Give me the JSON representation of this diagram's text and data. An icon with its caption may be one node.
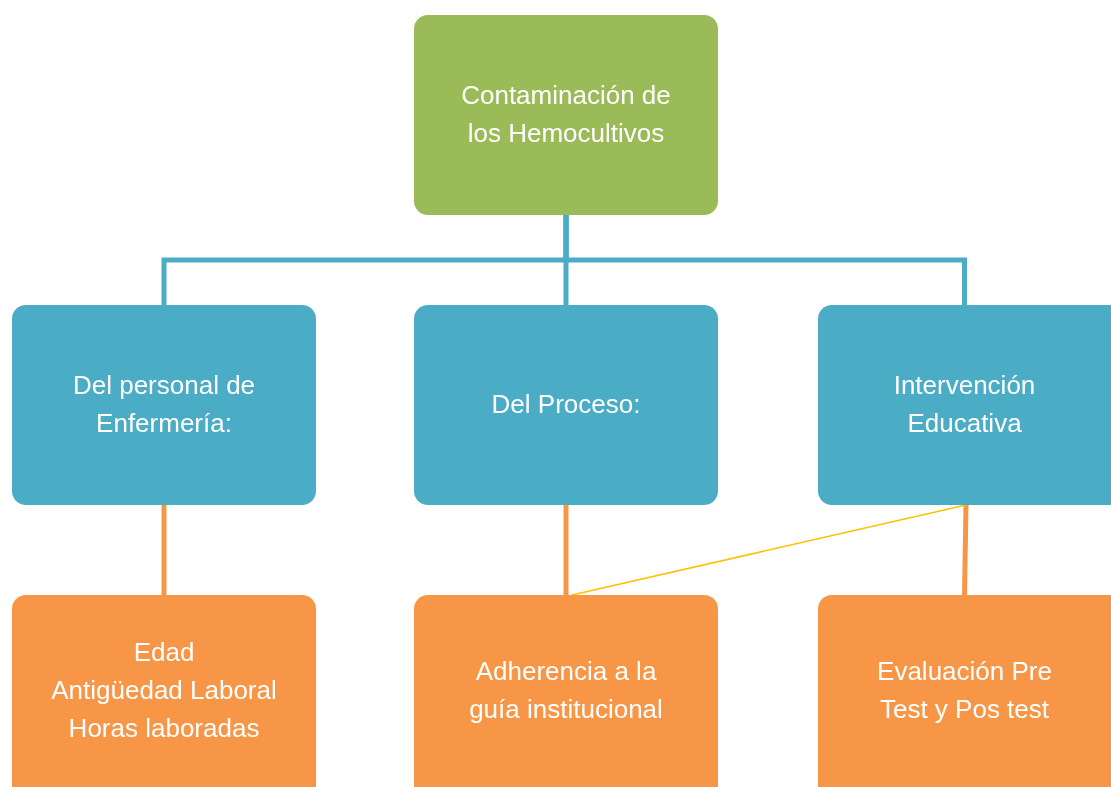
{
  "diagram": {
    "nodes": [
      {
        "text": [
          "Contaminación de los Hemocultivos"
        ]
      },
      {
        "text": [
          "Del personal de Enfermería:"
        ]
      },
      {
        "text": [
          "Del Proceso:"
        ]
      },
      {
        "text": [
          "Intervención Educativa"
        ]
      },
      {
        "text": [
          "Edad",
          "Antigüedad Laboral",
          "Horas laboradas"
        ]
      },
      {
        "text": [
          "Adherencia a la guía institucional"
        ]
      },
      {
        "text": [
          "Evaluación Pre Test y Pos test"
        ]
      }
    ],
    "edges": [
      {
        "from": 0,
        "to": 1,
        "arrow": "none",
        "color": "#4bacc6"
      },
      {
        "from": 0,
        "to": 2,
        "arrow": "none",
        "color": "#4bacc6"
      },
      {
        "from": 0,
        "to": 3,
        "arrow": "none",
        "color": "#4bacc6"
      },
      {
        "from": 1,
        "to": 4,
        "arrow": "none",
        "color": "#f79646"
      },
      {
        "from": 2,
        "to": 5,
        "arrow": "none",
        "color": "#f79646"
      },
      {
        "from": 3,
        "to": 6,
        "arrow": "none",
        "color": "#f79646"
      },
      {
        "from": 3,
        "to": 5,
        "arrow": "none",
        "color": "#ffc000"
      }
    ]
  }
}
